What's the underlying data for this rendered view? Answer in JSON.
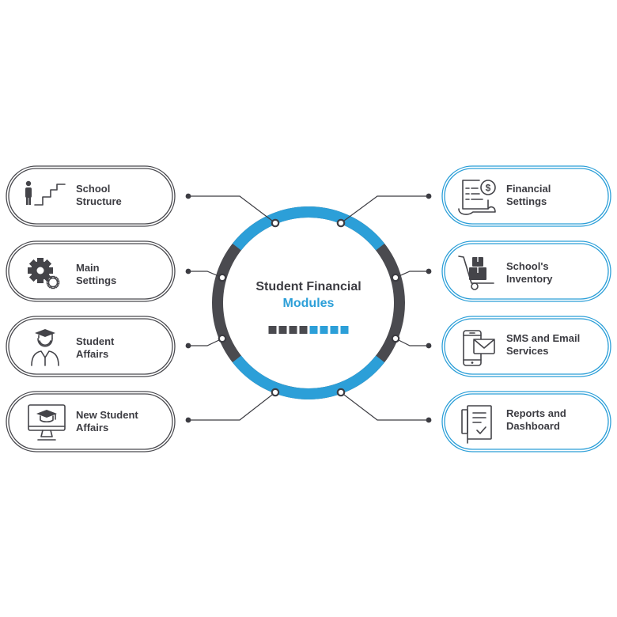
{
  "center": {
    "title": "Student Financial",
    "subtitle": "Modules",
    "progress_total": 8,
    "progress_dark": 4
  },
  "colors": {
    "dark": "#4a4a4f",
    "blue": "#2c9fd8",
    "text": "#3c3c42"
  },
  "modules_left": [
    {
      "line1": "School",
      "line2": "Structure",
      "icon": "stairs-person-icon"
    },
    {
      "line1": "Main",
      "line2": "Settings",
      "icon": "gear-icon"
    },
    {
      "line1": "Student",
      "line2": "Affairs",
      "icon": "graduate-icon"
    },
    {
      "line1": "New Student",
      "line2": "Affairs",
      "icon": "monitor-graduation-cap-icon"
    }
  ],
  "modules_right": [
    {
      "line1": "Financial",
      "line2": "Settings",
      "icon": "invoice-dollar-icon"
    },
    {
      "line1": "School's",
      "line2": "Inventory",
      "icon": "hand-truck-icon"
    },
    {
      "line1": "SMS and Email",
      "line2": "Services",
      "icon": "phone-mail-icon"
    },
    {
      "line1": "Reports and",
      "line2": "Dashboard",
      "icon": "report-document-icon"
    }
  ]
}
